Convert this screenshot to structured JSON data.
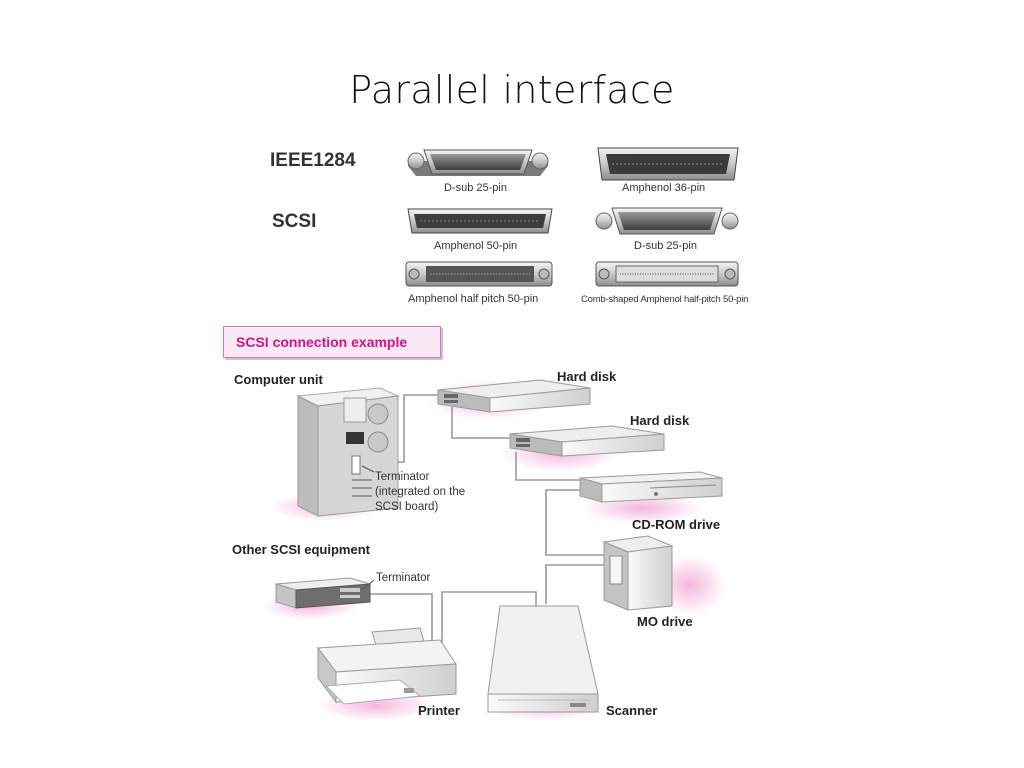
{
  "slide": {
    "title": "Parallel interface"
  },
  "connectors": {
    "ieee_label": "IEEE1284",
    "scsi_label": "SCSI",
    "items": [
      {
        "caption": "D-sub 25-pin"
      },
      {
        "caption": "Amphenol 36-pin"
      },
      {
        "caption": "Amphenol 50-pin"
      },
      {
        "caption": "D-sub 25-pin"
      },
      {
        "caption": "Amphenol half pitch 50-pin"
      },
      {
        "caption": "Comb-shaped Amphenol half-pitch 50-pin"
      }
    ]
  },
  "example": {
    "heading": "SCSI connection example",
    "computer_unit": "Computer unit",
    "terminator_note": [
      "Terminator",
      "(integrated on the",
      "SCSI board)"
    ],
    "hard_disk_1": "Hard disk",
    "hard_disk_2": "Hard disk",
    "cdrom": "CD-ROM drive",
    "mo": "MO drive",
    "other_equipment": "Other SCSI equipment",
    "terminator": "Terminator",
    "printer": "Printer",
    "scanner": "Scanner"
  },
  "colors": {
    "accent": "#d0118c",
    "cable": "#9a9a9a",
    "glow": "#f6c6e2"
  }
}
